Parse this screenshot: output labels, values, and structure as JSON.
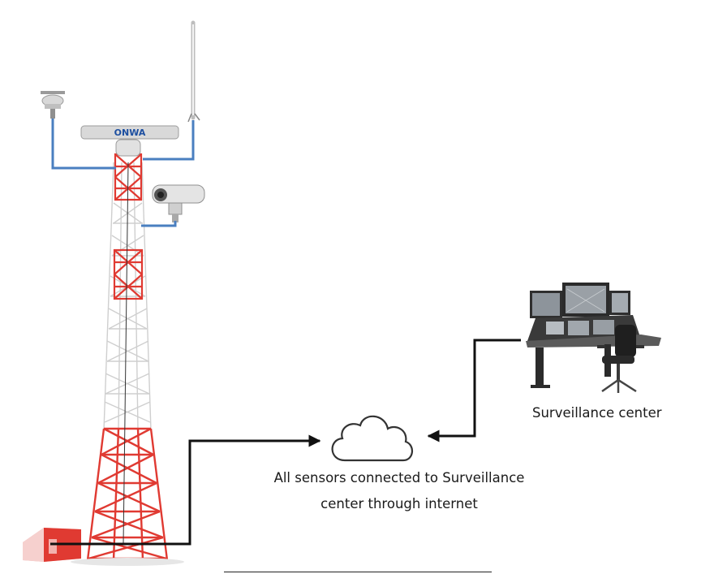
{
  "diagram": {
    "radar_brand": "ONWA",
    "surveillance_label": "Surveillance center",
    "cloud_label_line1": "All sensors connected to Surveillance",
    "cloud_label_line2": "center through internet"
  },
  "colors": {
    "tower_red": "#e03a32",
    "tower_white": "#e8e8e8",
    "sensor_cable": "#4a7fc0",
    "arrow": "#111111",
    "desk_dark": "#2b2b2b"
  }
}
